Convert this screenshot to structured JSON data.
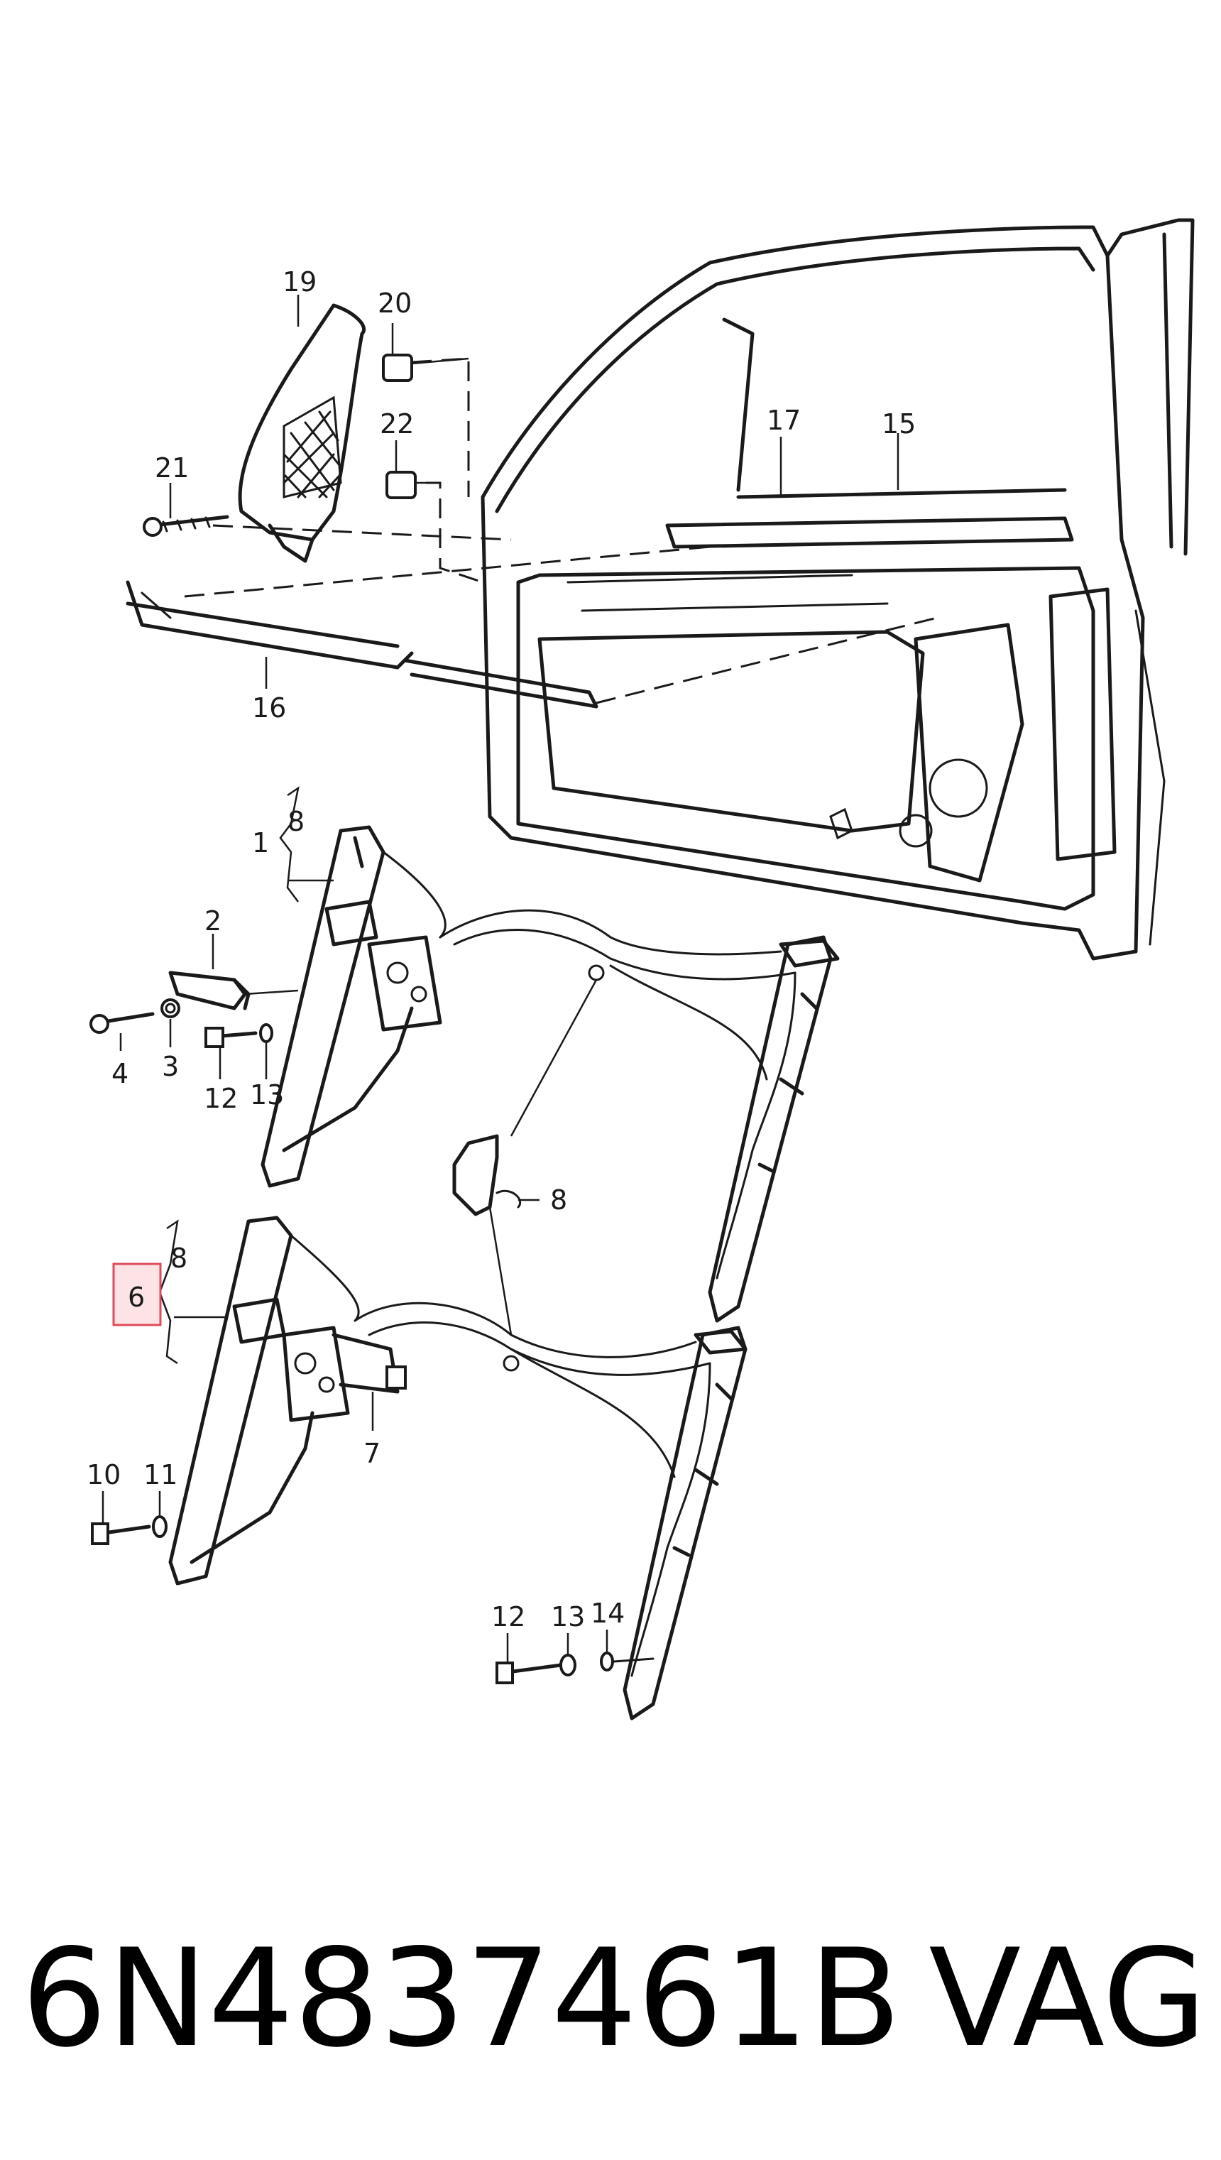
{
  "callouts": [
    {
      "id": "19",
      "text": "19"
    },
    {
      "id": "20",
      "text": "20"
    },
    {
      "id": "22",
      "text": "22"
    },
    {
      "id": "21",
      "text": "21"
    },
    {
      "id": "17",
      "text": "17"
    },
    {
      "id": "15",
      "text": "15"
    },
    {
      "id": "16",
      "text": "16"
    },
    {
      "id": "1",
      "text": "1"
    },
    {
      "id": "8a",
      "text": "8"
    },
    {
      "id": "2",
      "text": "2"
    },
    {
      "id": "4",
      "text": "4"
    },
    {
      "id": "3",
      "text": "3"
    },
    {
      "id": "12a",
      "text": "12"
    },
    {
      "id": "13a",
      "text": "13"
    },
    {
      "id": "8b",
      "text": "8"
    },
    {
      "id": "8c",
      "text": "8"
    },
    {
      "id": "6",
      "text": "6"
    },
    {
      "id": "7",
      "text": "7"
    },
    {
      "id": "10",
      "text": "10"
    },
    {
      "id": "11",
      "text": "11"
    },
    {
      "id": "12b",
      "text": "12"
    },
    {
      "id": "13b",
      "text": "13"
    },
    {
      "id": "14",
      "text": "14"
    }
  ],
  "highlight": {
    "callout": "6",
    "color": "#e04a5a",
    "fill": "#fde3e6"
  },
  "footer": {
    "part_number": "6N4837461B",
    "brand": "VAG"
  }
}
